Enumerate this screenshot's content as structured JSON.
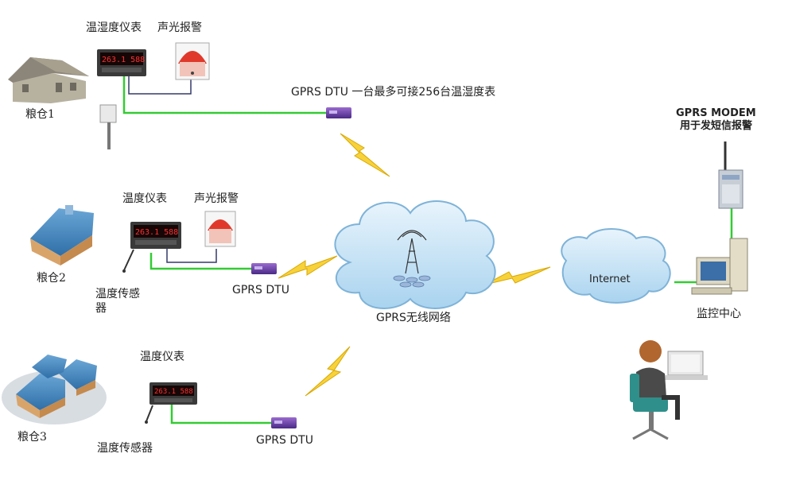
{
  "granary1": {
    "name": "粮仓1",
    "meter": "温湿度仪表",
    "alarm": "声光报警",
    "dtu": "GPRS DTU 一台最多可接256台温湿度表"
  },
  "granary2": {
    "name": "粮仓2",
    "meter": "温度仪表",
    "alarm": "声光报警",
    "dtu": "GPRS DTU",
    "sensor_line1": "温度传感",
    "sensor_line2": "器"
  },
  "granary3": {
    "name": "粮仓3",
    "meter": "温度仪表",
    "sensor": "温度传感器",
    "dtu": "GPRS DTU"
  },
  "network": {
    "gprs_label": "GPRS无线网络",
    "internet_label": "Internet"
  },
  "center": {
    "modem_title": "GPRS MODEM",
    "modem_subtitle": "用于发短信报警",
    "monitor_label": "监控中心"
  },
  "colors": {
    "wire": "#33cc33",
    "cloud": "#a9d3ef",
    "lightning": "#f7d23a",
    "dtu": "#6a3fb0",
    "alarm": "#e0392b"
  }
}
